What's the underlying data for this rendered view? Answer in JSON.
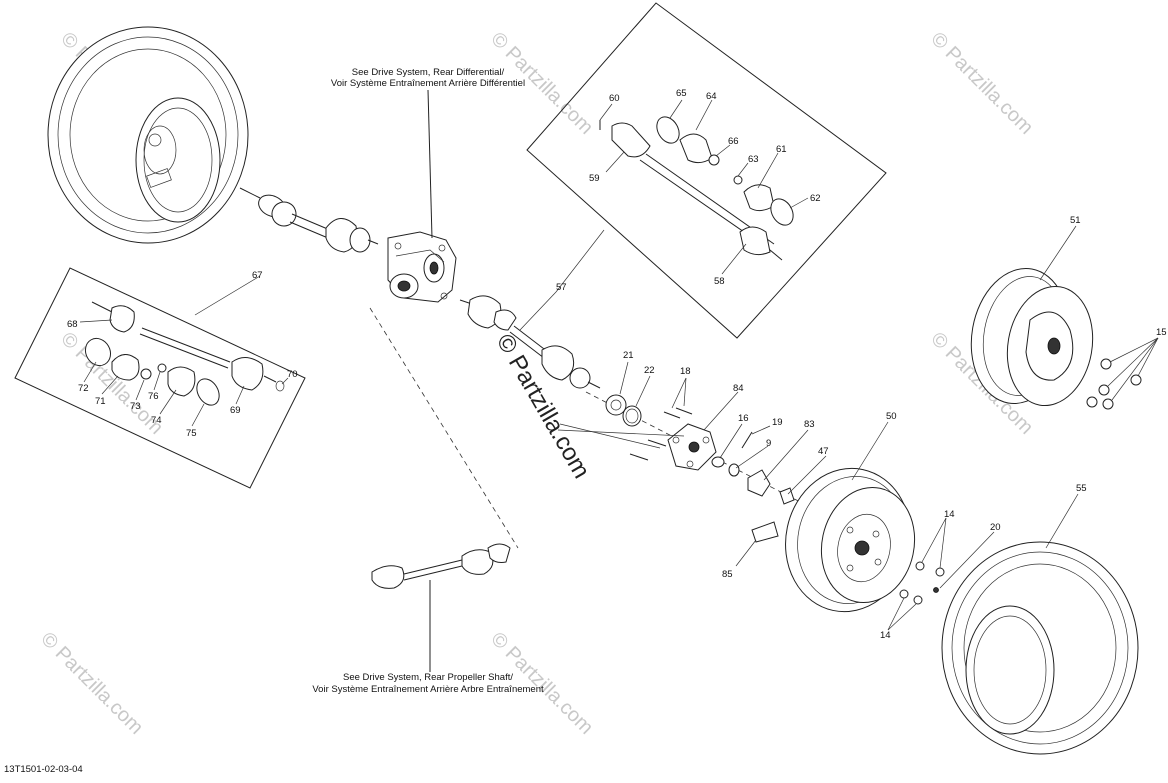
{
  "diagram": {
    "ref_code": "13T1501-02-03-04",
    "notes": {
      "rear_diff_line1": "See Drive System, Rear Differential/",
      "rear_diff_line2": "Voir Système Entraînement Arrière Différentiel",
      "prop_shaft_line1": "See Drive System, Rear Propeller Shaft/",
      "prop_shaft_line2": "Voir Système Entraînement Arrière Arbre Entraînement"
    },
    "watermark": {
      "text": "© Partzilla.com",
      "center_text": "© Partzilla.com"
    },
    "callouts": {
      "c60": "60",
      "c65": "65",
      "c64": "64",
      "c66": "66",
      "c63": "63",
      "c61": "61",
      "c59": "59",
      "c62": "62",
      "c58": "58",
      "c57": "57",
      "c67": "67",
      "c68": "68",
      "c70": "70",
      "c72": "72",
      "c71": "71",
      "c73": "73",
      "c76": "76",
      "c74": "74",
      "c75": "75",
      "c69": "69",
      "c21": "21",
      "c22": "22",
      "c18": "18",
      "c84": "84",
      "c16": "16",
      "c19": "19",
      "c9": "9",
      "c83": "83",
      "c47": "47",
      "c50": "50",
      "c51": "51",
      "c15": "15",
      "c14a": "14",
      "c14b": "14",
      "c20": "20",
      "c55": "55",
      "c85": "85"
    }
  }
}
